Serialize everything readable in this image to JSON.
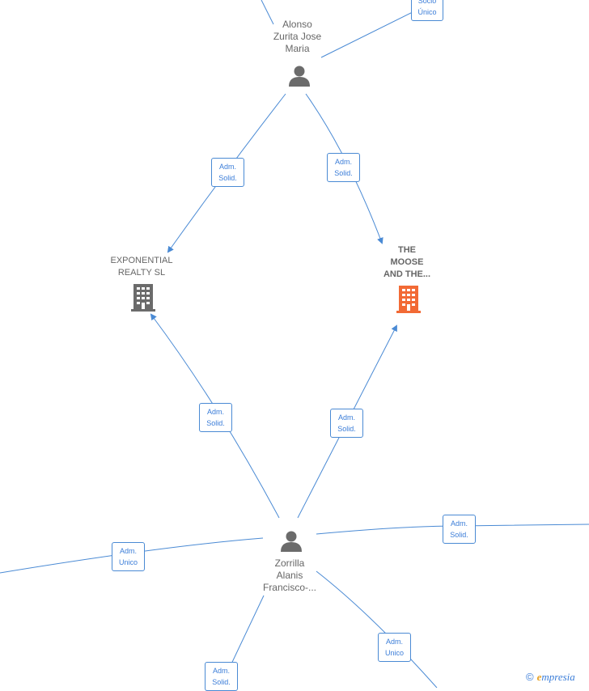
{
  "people": {
    "alonso": "Alonso\nZurita Jose\nMaria",
    "zorrilla": "Zorrilla\nAlanis\nFrancisco-..."
  },
  "companies": {
    "exponential": "EXPONENTIAL\nREALTY  SL",
    "moose": "THE\nMOOSE\nAND THE..."
  },
  "edges": {
    "socio_unico_top": "Socio\nÚnico",
    "alonso_exponential": "Adm.\nSolid.",
    "alonso_moose": "Adm.\nSolid.",
    "zorrilla_exponential": "Adm.\nSolid.",
    "zorrilla_moose": "Adm.\nSolid.",
    "zorrilla_right": "Adm.\nSolid.",
    "zorrilla_left": "Adm.\nUnico",
    "zorrilla_lower_right": "Adm.\nUnico",
    "zorrilla_bottom": "Adm.\nSolid."
  },
  "brand": {
    "copyright": "©",
    "e": "e",
    "rest": "mpresia"
  },
  "colors": {
    "line": "#4a8ad4",
    "person_icon": "#6b6b6b",
    "company_icon": "#6b6b6b",
    "focus_company_icon": "#f26a35"
  }
}
